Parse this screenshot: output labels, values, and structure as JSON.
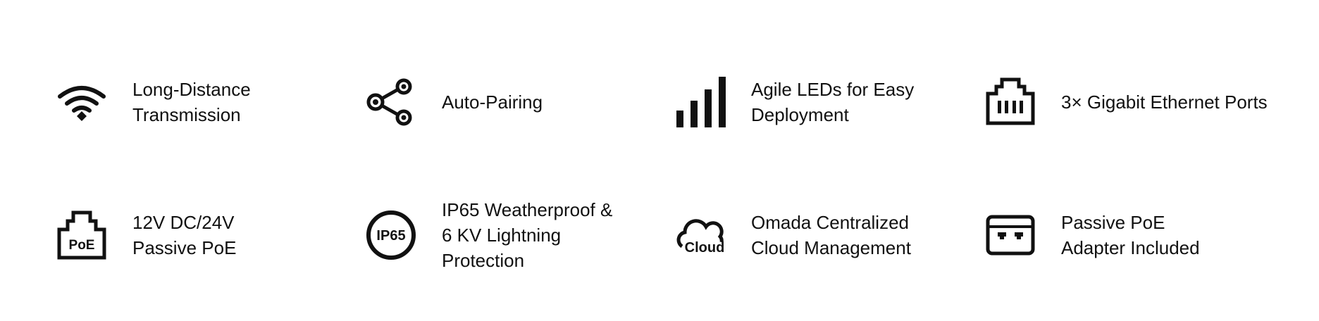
{
  "features": [
    {
      "icon": "wifi-icon",
      "label": "Long-Distance\nTransmission"
    },
    {
      "icon": "share-icon",
      "label": "Auto-Pairing"
    },
    {
      "icon": "signal-bars-icon",
      "label": "Agile LEDs for Easy\nDeployment"
    },
    {
      "icon": "ethernet-port-icon",
      "label": "3× Gigabit Ethernet Ports"
    },
    {
      "icon": "poe-port-icon",
      "label": "12V DC/24V\nPassive PoE",
      "icon_text": "PoE"
    },
    {
      "icon": "ip65-icon",
      "label": "IP65 Weatherproof &\n6 KV Lightning\nProtection",
      "icon_text": "IP65"
    },
    {
      "icon": "cloud-icon",
      "label": "Omada Centralized\nCloud Management",
      "icon_text": "Cloud"
    },
    {
      "icon": "poe-adapter-icon",
      "label": "Passive PoE\nAdapter Included"
    }
  ]
}
